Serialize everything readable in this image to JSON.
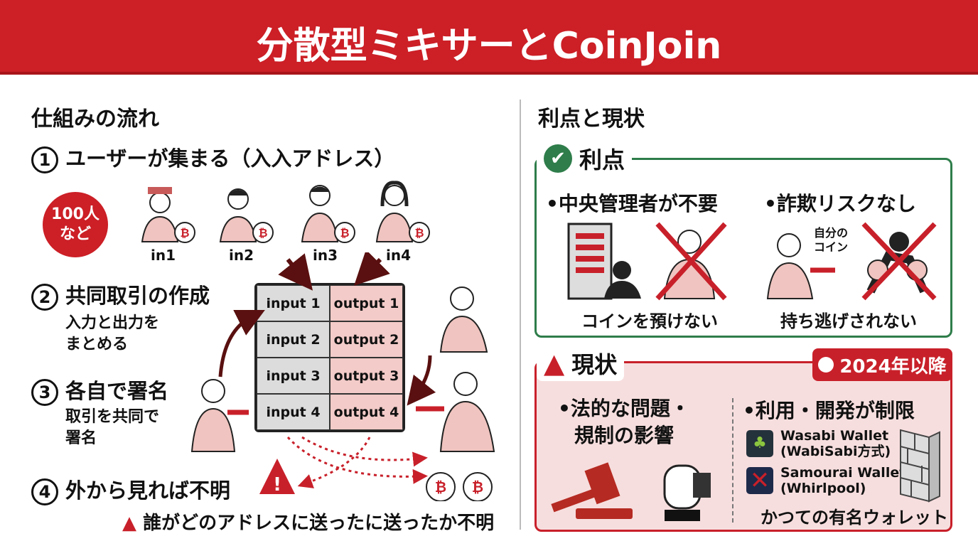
{
  "title": "分散型ミキサーとCoinJoin",
  "left": {
    "heading": "仕組みの流れ",
    "step1": {
      "num": "1",
      "title": "ユーザーが集まる（入入アドレス）",
      "badge_line1": "100人",
      "badge_line2": "など",
      "users": [
        "in1",
        "in2",
        "in3",
        "in4"
      ]
    },
    "step2": {
      "num": "2",
      "title": "共同取引の作成",
      "sub1": "入力と出力を",
      "sub2": "まとめる"
    },
    "step3": {
      "num": "3",
      "title": "各自で署名",
      "sub1": "取引を共同で",
      "sub2": "署名"
    },
    "step4": {
      "num": "4",
      "title": "外から見れば不明",
      "note": "誰がどのアドレスに送ったに送ったか不明"
    },
    "puzzle": {
      "inputs": [
        "input 1",
        "input 2",
        "input 3",
        "input 4"
      ],
      "outputs": [
        "output 1",
        "output 2",
        "output 3",
        "output 4"
      ]
    }
  },
  "right": {
    "heading": "利点と現状",
    "benefits": {
      "title": "利点",
      "item1": "•中央管理者が不要",
      "item1_caption": "コインを預けない",
      "item2": "•詐欺リスクなし",
      "item2_caption": "持ち逃げされない",
      "own_coin1": "自分の",
      "own_coin2": "コイン"
    },
    "status": {
      "title": "現状",
      "badge": "2024年以降",
      "item1_line1": "•法的な問題・",
      "item1_line2": "規制の影響",
      "item2": "•利用・開発が制限",
      "wallets": [
        {
          "name": "Wasabi Wallet",
          "detail": "(WabiSabi方式)"
        },
        {
          "name": "Samourai Wallet",
          "detail": "(Whirlpool)"
        }
      ],
      "caption": "かつての有名ウォレット"
    }
  },
  "colors": {
    "red": "#cc1f26",
    "green": "#2e7d4a",
    "pink": "#f3cbc8"
  }
}
